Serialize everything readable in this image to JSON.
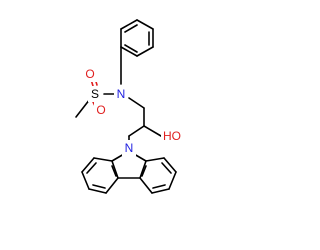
{
  "molecule": {
    "atoms": {
      "n_sulfonamide": "N",
      "s_sulfonyl": "S",
      "o_sulfonyl_top": "O",
      "o_sulfonyl_bottom": "O",
      "hydroxyl": "HO",
      "n_carbazole": "N"
    },
    "colors": {
      "bond": "#000000",
      "nitrogen": "#1f1fe0",
      "oxygen": "#e01f1f",
      "sulfur": "#000000",
      "background": "#ffffff"
    }
  }
}
